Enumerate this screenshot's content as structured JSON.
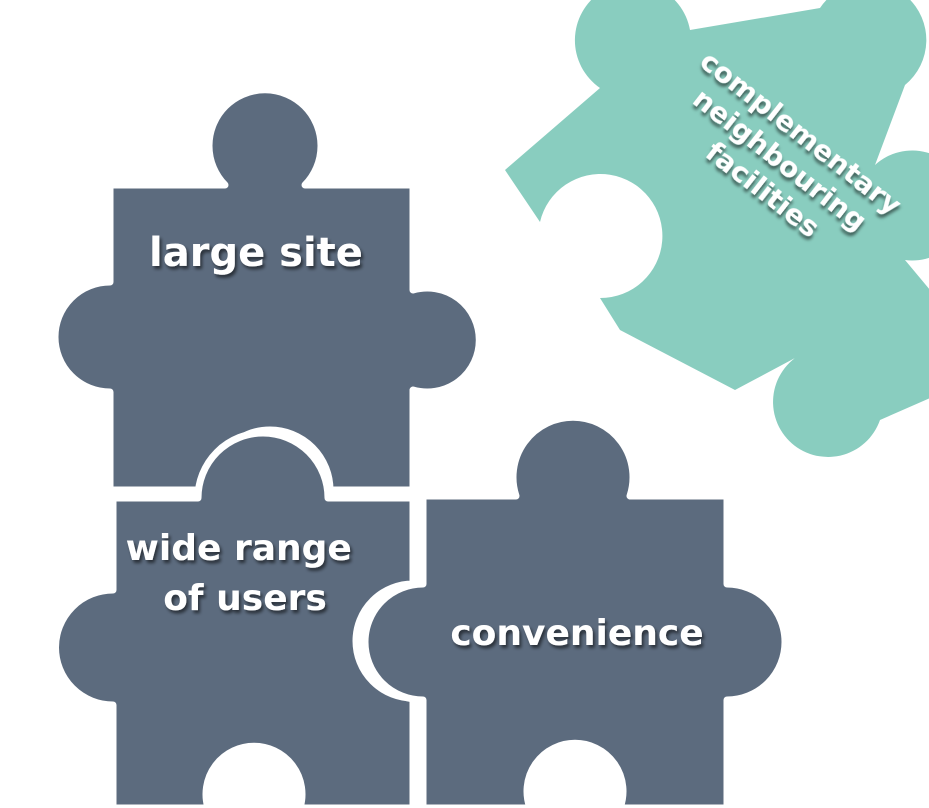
{
  "colors": {
    "slate_piece": "#5c6b7e",
    "teal_piece": "#89cdbf",
    "gap": "#ffffff",
    "text": "#ffffff"
  },
  "pieces": [
    {
      "id": "large-site",
      "label_lines": [
        "large site"
      ]
    },
    {
      "id": "wide-range",
      "label_lines": [
        "wide range",
        "of users"
      ]
    },
    {
      "id": "convenience",
      "label_lines": [
        "convenience"
      ]
    },
    {
      "id": "complementary",
      "label_lines": [
        "complementary",
        "neighbouring",
        "facilities"
      ]
    }
  ]
}
